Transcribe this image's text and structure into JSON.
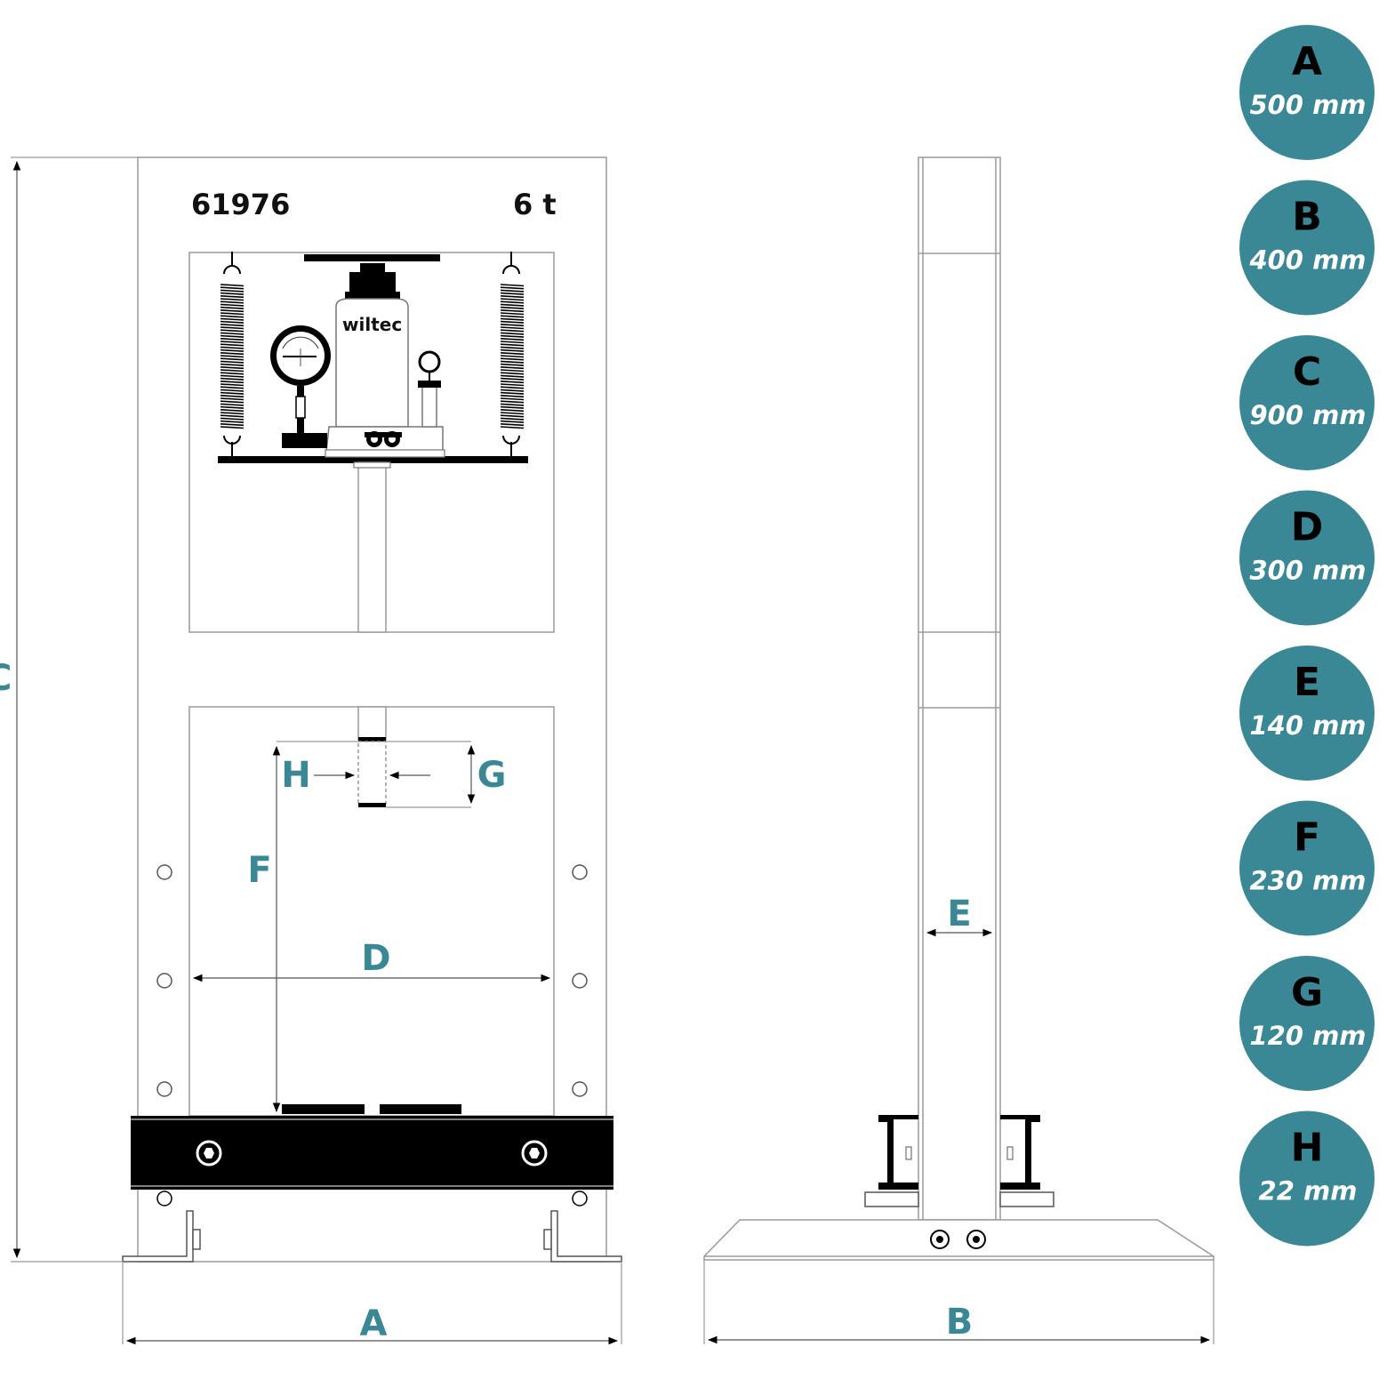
{
  "colors": {
    "accent": "#3a8796",
    "line": "#9a9a9a",
    "ink": "#000000"
  },
  "labels": {
    "model_number": "61976",
    "capacity": "6 t",
    "brand": "wiltec"
  },
  "dimension_letters": {
    "A": "A",
    "B": "B",
    "C": "C",
    "D": "D",
    "E": "E",
    "F": "F",
    "G": "G",
    "H": "H"
  },
  "specs": [
    {
      "letter": "A",
      "value": "500 mm"
    },
    {
      "letter": "B",
      "value": "400 mm"
    },
    {
      "letter": "C",
      "value": "900 mm"
    },
    {
      "letter": "D",
      "value": "300 mm"
    },
    {
      "letter": "E",
      "value": "140 mm"
    },
    {
      "letter": "F",
      "value": "230 mm"
    },
    {
      "letter": "G",
      "value": "120 mm"
    },
    {
      "letter": "H",
      "value": "22 mm"
    }
  ]
}
